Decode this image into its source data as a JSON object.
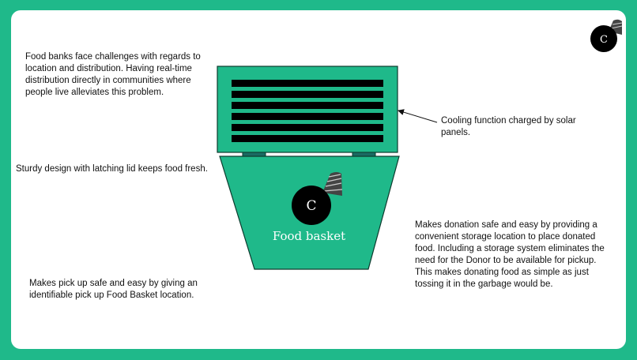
{
  "notes": {
    "distribution": "Food banks face challenges with regards to location and distribution. Having real-time distribution directly in communities where people live alleviates this problem.",
    "design": "Sturdy design with latching lid keeps food fresh.",
    "pickup": "Makes pick up safe and easy by giving an identifiable pick up Food Basket location.",
    "cooling": "Cooling function charged by solar panels.",
    "donation": "Makes donation safe and easy by providing a convenient storage location to place donated food. Including a storage system eliminates the need for the Donor to be available for pickup. This makes donating food as simple as just tossing it in the garbage would be."
  },
  "basket": {
    "label": "Food basket",
    "logo_letter": "C",
    "vent_slats": 6
  },
  "corner_logo": {
    "letter": "C"
  },
  "colors": {
    "brand_green": "#1fb98a",
    "hinge": "#1a6b63",
    "outline": "#0d3b2e",
    "slat": "#000000"
  },
  "icons": [
    "corner-logo-icon",
    "basket-logo-icon"
  ]
}
